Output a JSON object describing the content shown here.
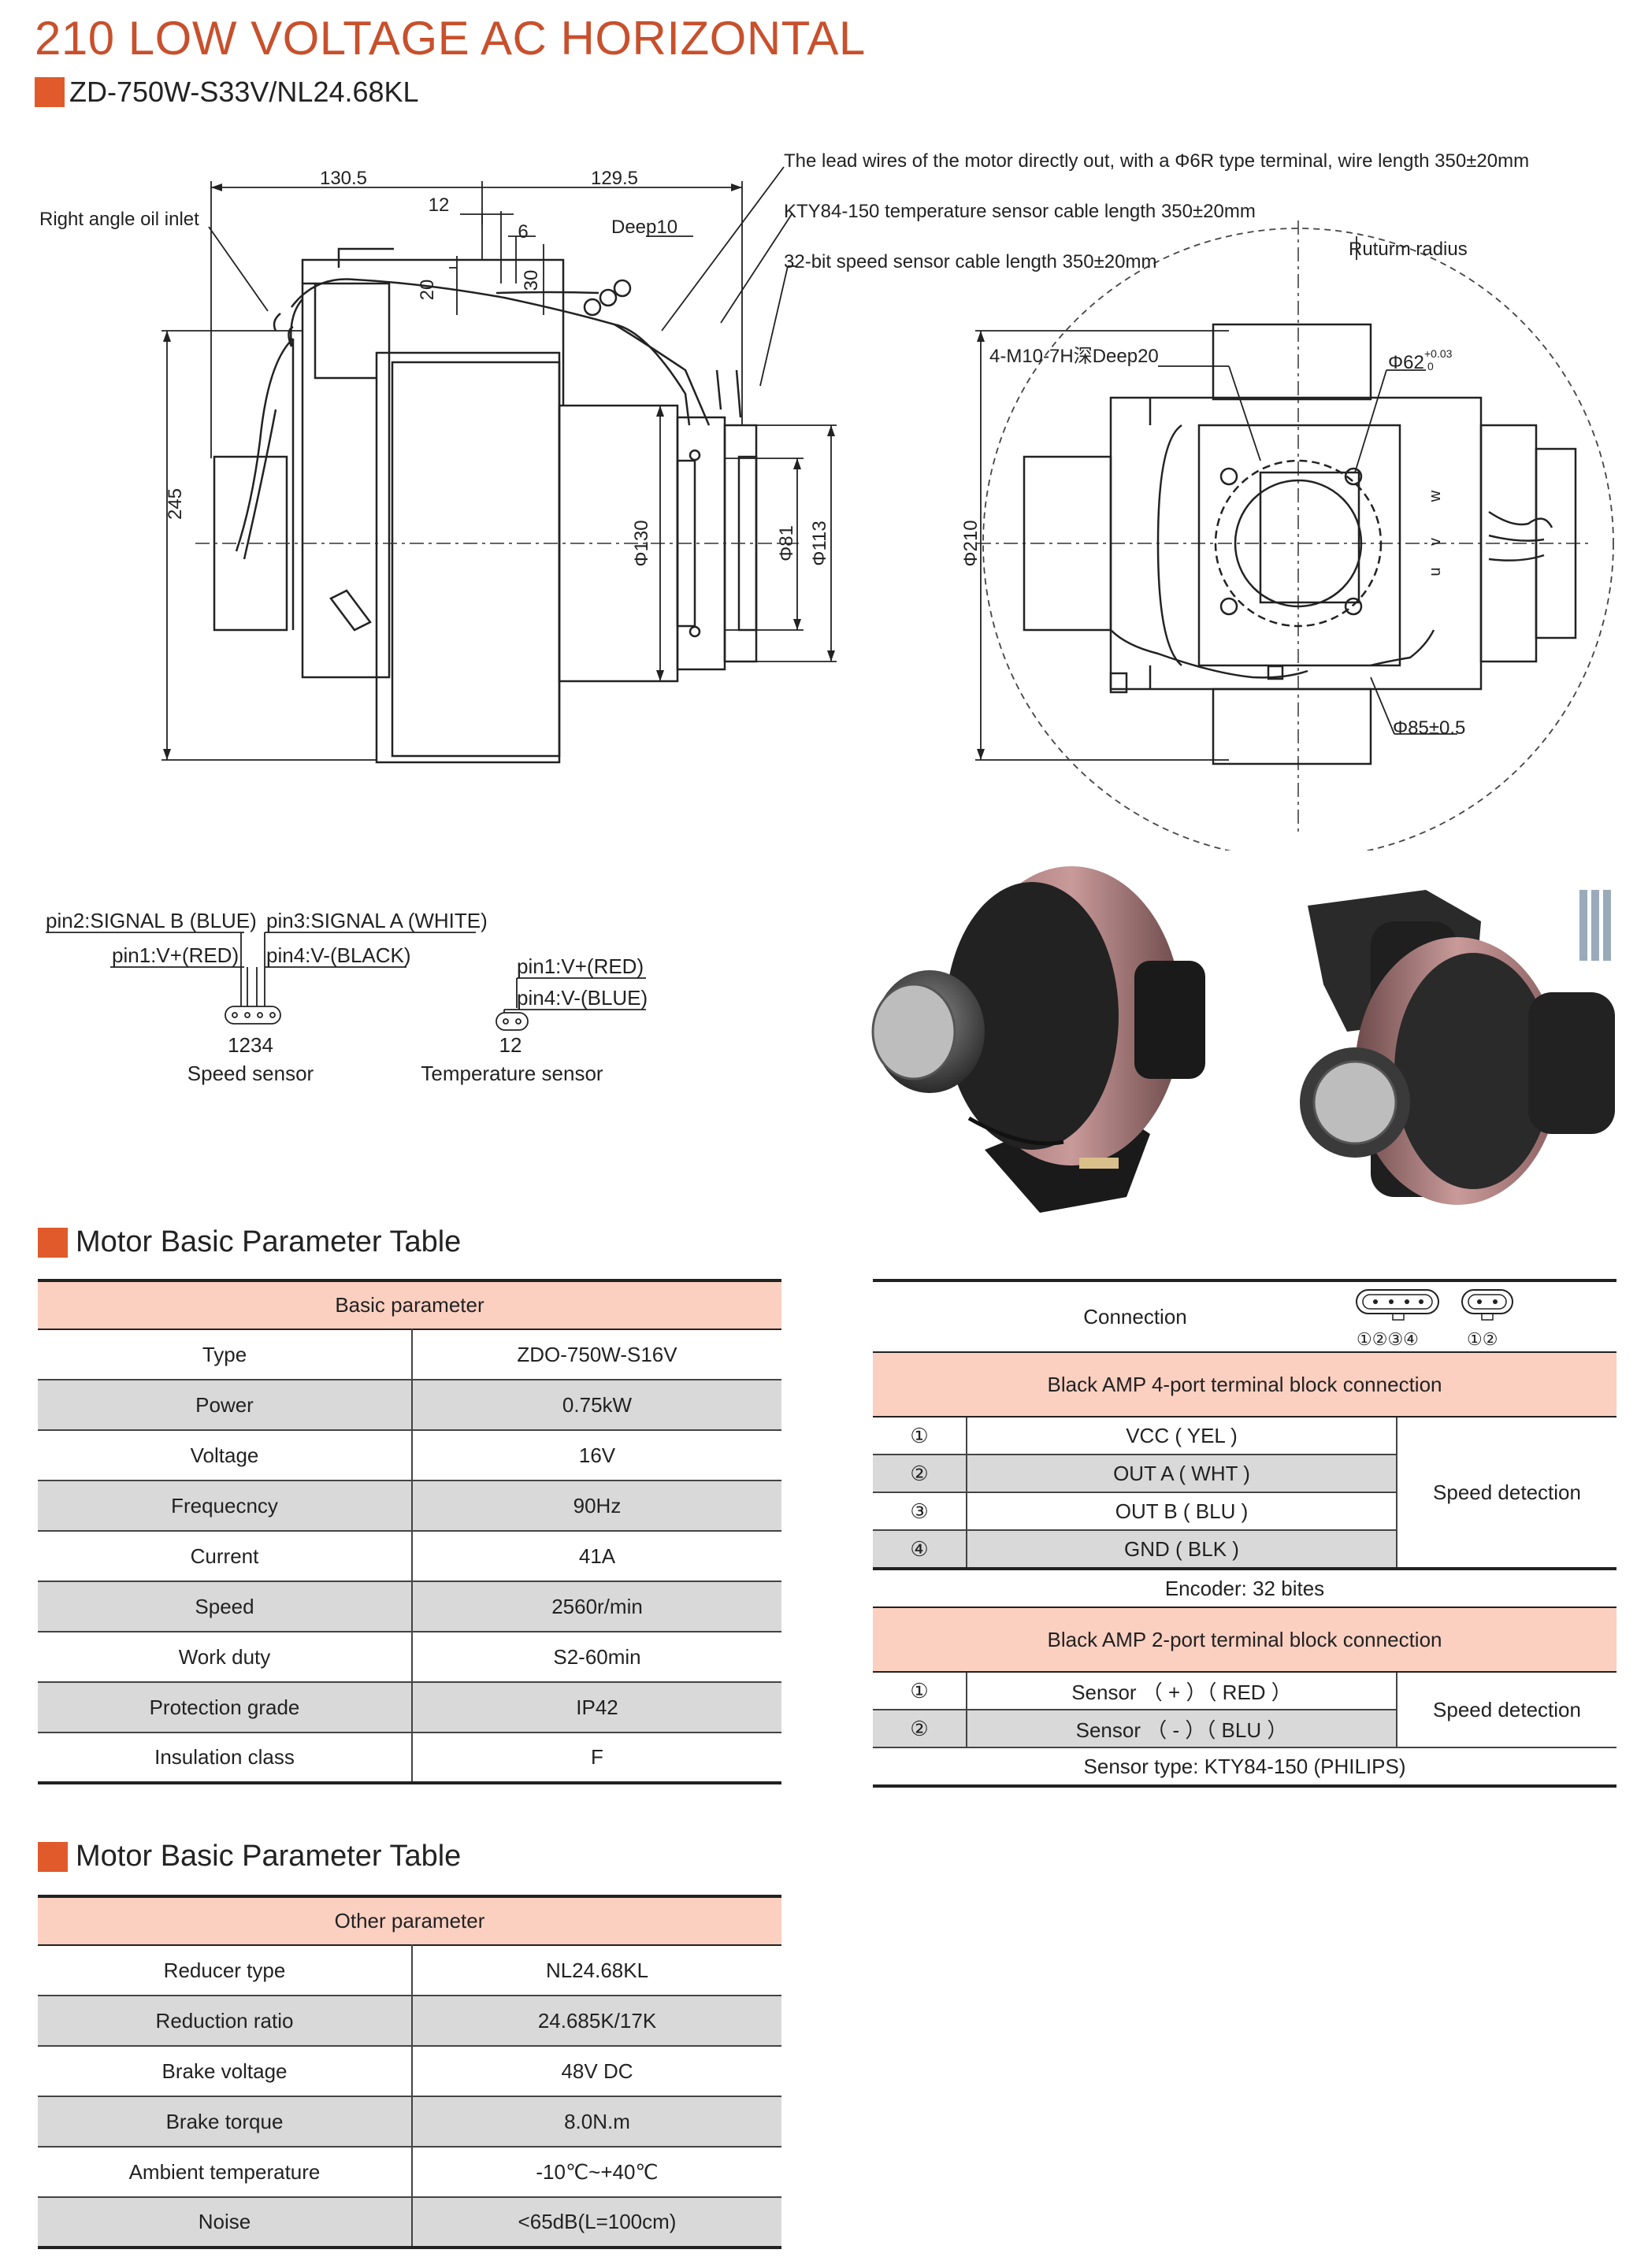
{
  "header": {
    "title": "210 LOW VOLTAGE AC HORIZONTAL",
    "model": "ZD-750W-S33V/NL24.68KL"
  },
  "drawing": {
    "dim_130_5": "130.5",
    "dim_129_5": "129.5",
    "dim_12": "12",
    "dim_6": "6",
    "dim_20": "20",
    "dim_30": "30",
    "dim_245": "245",
    "dim_phi130": "Φ130",
    "dim_phi81": "Φ81",
    "dim_phi113": "Φ113",
    "dim_phi210": "Φ210",
    "deep10": "Deep10",
    "oil_inlet": "Right angle oil inlet",
    "note_lead": "The lead wires of the motor directly out, with a Φ6R type terminal, wire length 350±20mm",
    "note_kty": "KTY84-150 temperature sensor cable length 350±20mm",
    "note_speed": "32-bit speed sensor cable length 350±20mm",
    "return_radius": "Ruturm radius",
    "thread": "4-M10-7H深Deep20",
    "phi62": "Φ62",
    "phi62_tol_up": "+0.03",
    "phi62_tol_low": "0",
    "phi85": "Φ85±0.5",
    "w": "w",
    "v": "v",
    "u": "u"
  },
  "pins": {
    "pin2": "pin2:SIGNAL B (BLUE)",
    "pin3": "pin3:SIGNAL A (WHITE)",
    "pin1": "pin1:V+(RED)",
    "pin4": "pin4:V-(BLACK)",
    "speed_numbers": "1234",
    "speed_label": "Speed sensor",
    "t_pin1": "pin1:V+(RED)",
    "t_pin4": "pin4:V-(BLUE)",
    "temp_numbers": "12",
    "temp_label": "Temperature sensor"
  },
  "basic": {
    "section_title": "Motor Basic Parameter Table",
    "header": "Basic parameter",
    "rows": [
      {
        "label": "Type",
        "value": "ZDO-750W-S16V"
      },
      {
        "label": "Power",
        "value": "0.75kW"
      },
      {
        "label": "Voltage",
        "value": "16V"
      },
      {
        "label": "Frequecncy",
        "value": "90Hz"
      },
      {
        "label": "Current",
        "value": "41A"
      },
      {
        "label": "Speed",
        "value": "2560r/min"
      },
      {
        "label": "Work duty",
        "value": "S2-60min"
      },
      {
        "label": "Protection grade",
        "value": "IP42"
      },
      {
        "label": "Insulation class",
        "value": "F"
      }
    ]
  },
  "other": {
    "section_title": "Motor Basic Parameter Table",
    "header": "Other parameter",
    "rows": [
      {
        "label": "Reducer type",
        "value": "NL24.68KL"
      },
      {
        "label": "Reduction ratio",
        "value": "24.685K/17K"
      },
      {
        "label": "Brake voltage",
        "value": "48V DC"
      },
      {
        "label": "Brake torque",
        "value": "8.0N.m"
      },
      {
        "label": "Ambient temperature",
        "value": "-10℃~+40℃"
      },
      {
        "label": "Noise",
        "value": "<65dB(L=100cm)"
      }
    ]
  },
  "connection": {
    "label": "Connection",
    "icon4_numbers": "①②③④",
    "icon2_numbers": "①②",
    "block4_header": "Black AMP 4-port terminal block connection",
    "block4_rows": [
      {
        "num": "①",
        "name": "VCC ( YEL )"
      },
      {
        "num": "②",
        "name": "OUT A ( WHT )"
      },
      {
        "num": "③",
        "name": "OUT B ( BLU )"
      },
      {
        "num": "④",
        "name": "GND ( BLK )"
      }
    ],
    "block4_func": "Speed detection",
    "encoder": "Encoder: 32 bites",
    "block2_header": "Black AMP 2-port terminal block connection",
    "block2_rows": [
      {
        "num": "①",
        "name": "Sensor （ + ）（ RED ）"
      },
      {
        "num": "②",
        "name": "Sensor （ - ）（ BLU ）"
      }
    ],
    "block2_func": "Speed detection",
    "sensor_type": "Sensor type: KTY84-150 (PHILIPS)"
  },
  "colors": {
    "title": "#c8502c",
    "accent_square": "#e05a2b",
    "table_header": "#fbd0c1",
    "row_shade": "#d9d9d9"
  }
}
